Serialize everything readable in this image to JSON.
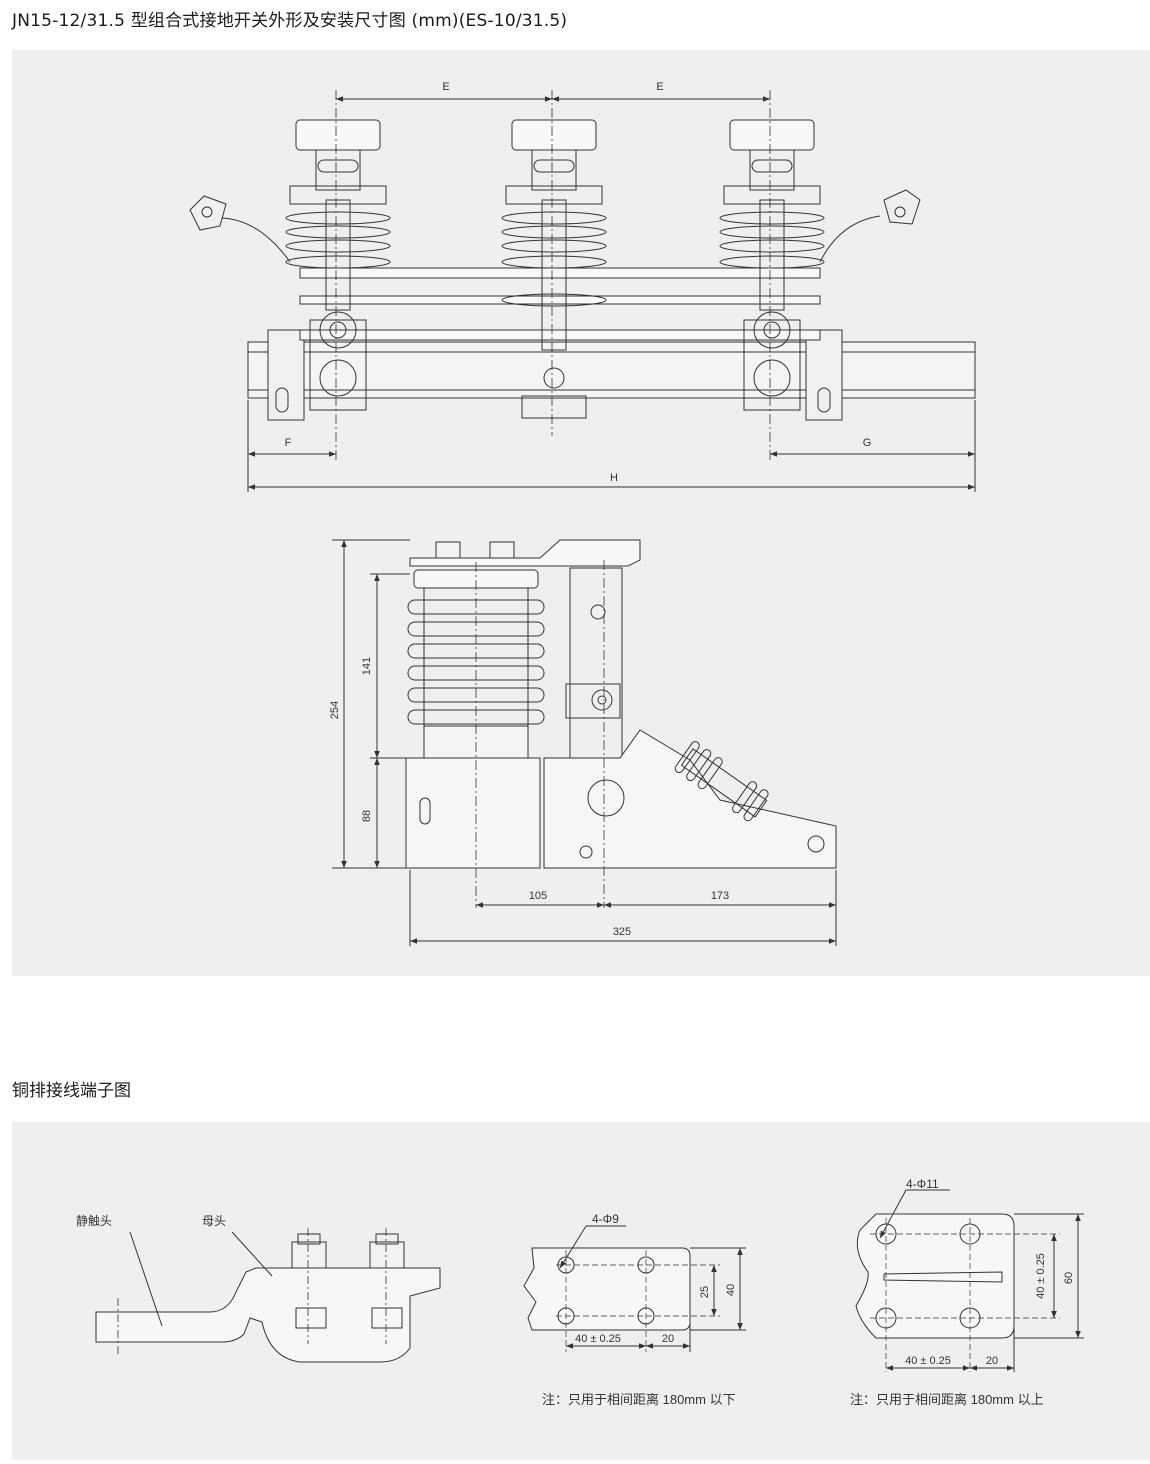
{
  "heading": {
    "main_title": "JN15-12/31.5 型组合式接地开关外形及安装尺寸图 (mm)(ES-10/31.5)",
    "sub_title": "铜排接线端子图"
  },
  "front_view": {
    "dims": {
      "e1": "E",
      "e2": "E",
      "f": "F",
      "g": "G",
      "h": "H"
    }
  },
  "side_view": {
    "dims": {
      "d254": "254",
      "d141": "141",
      "d88": "88",
      "d105": "105",
      "d173": "173",
      "d325": "325"
    }
  },
  "terminal_side": {
    "label_static": "静触头",
    "label_mother": "母头"
  },
  "terminal_small": {
    "holes": "4-Φ9",
    "d25": "25",
    "d40": "40",
    "d40tol": "40 ± 0.25",
    "d20": "20",
    "note": "注：只用于相间距离 180mm 以下"
  },
  "terminal_large": {
    "holes": "4-Φ11",
    "d40tol_v": "40 ± 0.25",
    "d60": "60",
    "d40tol": "40 ± 0.25",
    "d20": "20",
    "note": "注：只用于相间距离 180mm 以上"
  }
}
